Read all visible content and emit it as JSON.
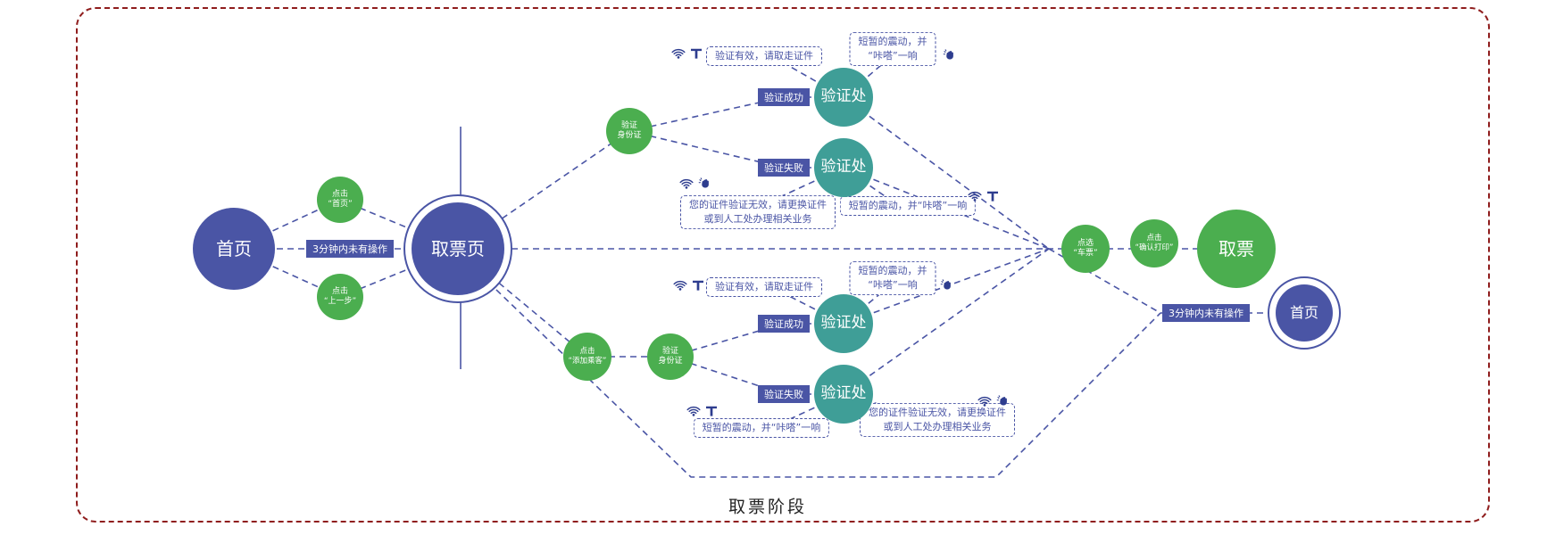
{
  "title": "取票阶段",
  "colors": {
    "indigo": "#4a55a5",
    "green": "#4bae4f",
    "teal": "#3f9e97",
    "border_red": "#8f1d1d"
  },
  "labels": {
    "home_left": "首页",
    "click_home": "点击\n“首页”",
    "no_op_left": "3分钟内未有操作",
    "click_back": "点击\n“上一步”",
    "pickup_page": "取票页",
    "verify_id_top": "验证\n身份证",
    "success_top": "验证成功",
    "fail_top": "验证失败",
    "station_top_success": "验证处",
    "station_top_fail": "验证处",
    "add_passenger": "点击\n“添加乘客”",
    "verify_id_bottom": "验证\n身份证",
    "success_bottom": "验证成功",
    "fail_bottom": "验证失败",
    "station_bottom_success": "验证处",
    "station_bottom_fail": "验证处",
    "select_ticket": "点选\n“车票”",
    "confirm_print": "点击\n“确认打印”",
    "take_ticket": "取票",
    "no_op_right": "3分钟内未有操作",
    "home_right": "首页"
  },
  "messages": {
    "valid_top": "验证有效，请取走证件",
    "vibrate_top": "短暂的震动，并\n“咔嗒”一响",
    "invalid_top": "您的证件验证无效，请更换证件\n或到人工处办理相关业务",
    "vibrate_fail_top": "短暂的震动，并“咔嗒”一响",
    "valid_bottom": "验证有效，请取走证件",
    "vibrate_bottom": "短暂的震动，并\n“咔嗒”一响",
    "vibrate_fail_bottom": "短暂的震动，并“咔嗒”一响",
    "invalid_bottom": "您的证件验证无效，请更换证件\n或到人工处办理相关业务"
  }
}
